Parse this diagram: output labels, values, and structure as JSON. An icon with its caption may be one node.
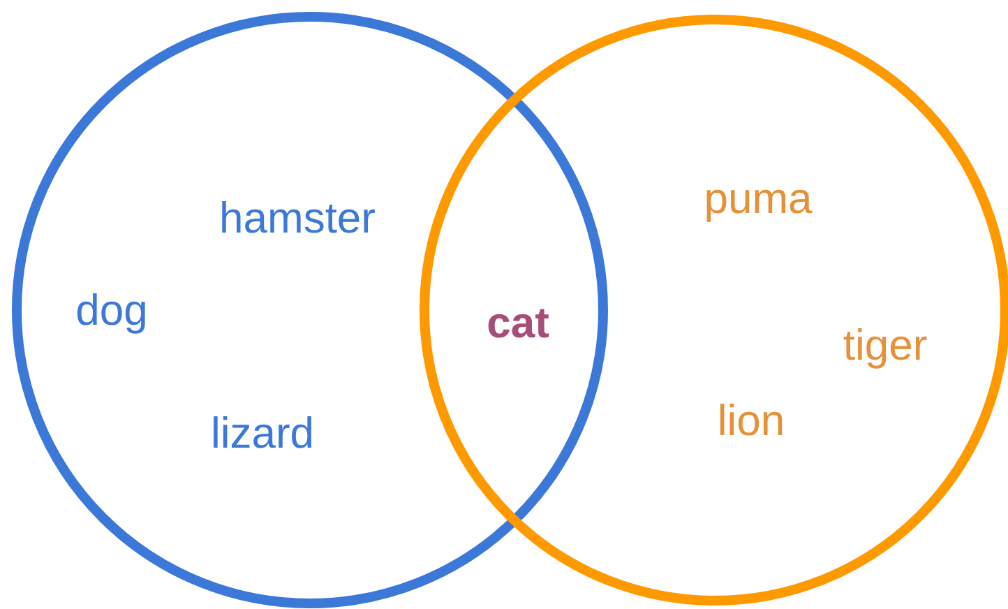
{
  "diagram": {
    "nodes": [
      {
        "text": [],
        "shape": "circle"
      },
      {
        "text": [],
        "shape": "circle"
      }
    ],
    "labels": [
      "hamster",
      "dog",
      "cat",
      "puma",
      "tiger",
      "lizard",
      "lion"
    ]
  }
}
